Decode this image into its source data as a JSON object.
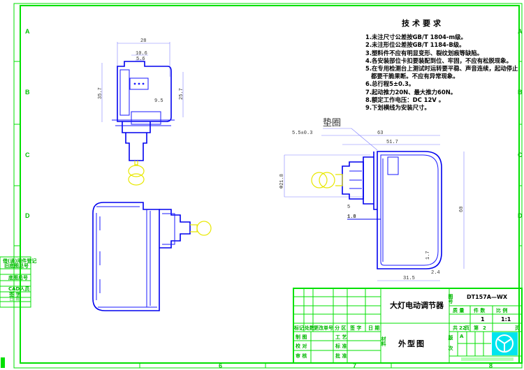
{
  "tech_requirements": {
    "title": "技术要求",
    "items": [
      "1.未注尺寸公差按GB/T 1804-m级。",
      "2.未注形位公差按GB/T 1184-B级。",
      "3.塑料件不应有明显变形、裂纹划痕等缺陷。",
      "4.各安装部位卡扣要装配到位、牢固，不应有松脱现象。",
      "5.在专用检测台上测试时运转要平稳、声音连续，起动停止",
      "  都要干脆果断。不应有异常现象。",
      "6.总行程5±0.3。",
      "7.起动推力20N、最大推力60N。",
      "8.额定工作电压：DC 12V 。",
      "9.下划横线为安装尺寸。"
    ]
  },
  "dimensions": {
    "top_view": {
      "width": "28",
      "d1": "10.6",
      "d2": "5.6",
      "h_left": "35.7",
      "h_right": "25.7",
      "d3": "9.5"
    },
    "side_view": {
      "overall": "63",
      "body": "51.7",
      "stroke": "5.5±0.3",
      "dia": "Φ21.8",
      "height": "60",
      "bottom": "31.5",
      "d5": "5",
      "d18": "1.8",
      "d17": "1.7",
      "d24": "2.4",
      "gasket_label": "垫圈"
    }
  },
  "zones": {
    "left": [
      "A",
      "B",
      "C",
      "D"
    ],
    "right": [
      "A",
      "B",
      "C",
      "D"
    ],
    "bottom": [
      "6",
      "7",
      "8"
    ]
  },
  "side_table": [
    "借(通)用件登记",
    "旧底图总号",
    "底图总号",
    "CAD人员",
    "签 字",
    "日 期"
  ],
  "title_block": {
    "product_name": "大灯电动调节器",
    "drawing_type": "外型图",
    "material_label": "材料",
    "drawing_no_label": "图号",
    "drawing_no": "DT157A—WX",
    "mass_label": "质 量",
    "qty_label": "件 数",
    "scale_label": "比 例",
    "qty": "1",
    "scale": "1:1",
    "total_label": "共",
    "total_pages": "22",
    "page_unit": "页",
    "sheet_label": "第",
    "sheet_no": "2",
    "version_label": "版次",
    "version": "A",
    "revision_headers": [
      "标记",
      "处数",
      "更改单号",
      "分 区",
      "签 字",
      "日 期"
    ],
    "roles_left": [
      "制 图",
      "校 对",
      "审 核"
    ],
    "roles_right": [
      "工 艺",
      "标 准",
      "批 准"
    ]
  },
  "colors": {
    "frame": "#00e000",
    "outline": "#1a1aff",
    "plug": "#e8e800",
    "logo_bg": "#00e5ee"
  }
}
